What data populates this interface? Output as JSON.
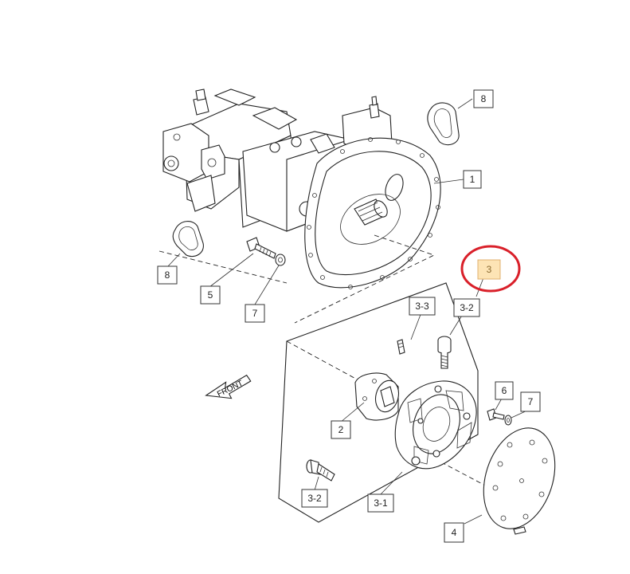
{
  "diagram": {
    "direction_label": "FRONT",
    "callouts": {
      "c1": "1",
      "c2": "2",
      "c3": "3",
      "c3_1": "3-1",
      "c3_2a": "3-2",
      "c3_2b": "3-2",
      "c3_3": "3-3",
      "c4": "4",
      "c5": "5",
      "c6": "6",
      "c7a": "7",
      "c7b": "7",
      "c8a": "8",
      "c8b": "8"
    },
    "highlight": {
      "callout": "c3",
      "circle_color": "#d9202a",
      "fill_color": "#fde4b5"
    }
  }
}
